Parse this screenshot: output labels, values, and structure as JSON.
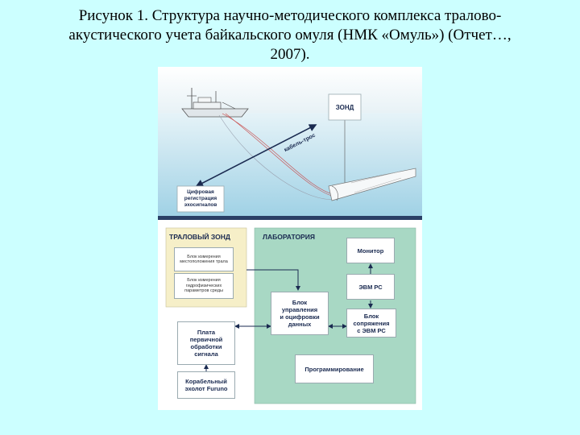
{
  "title": {
    "line1": "Рисунок 1. Структура научно-методического комплекса тралово-",
    "line2": "акустического учета байкальского омуля (НМК «Омуль») (Отчет…,",
    "line3": "2007)."
  },
  "scene": {
    "probe_label": "ЗОНД",
    "cable_label": "кабель-трос",
    "digital_reg": [
      "Цифровая",
      "регистрация",
      "эхосигналов"
    ]
  },
  "trawl_probe": {
    "title": "ТРАЛОВЫЙ ЗОНД",
    "unit1": [
      "Блок измерения",
      "местоположения трала"
    ],
    "unit2": [
      "Блок измерения",
      "гидрофизических",
      "параметров среды"
    ]
  },
  "lab": {
    "title": "ЛАБОРАТОРИЯ",
    "monitor": "Монитор",
    "pc": "ЭВМ РС",
    "control": [
      "Блок",
      "управления",
      "и оцифровки",
      "данных"
    ],
    "interface": [
      "Блок",
      "сопряжения",
      "с ЭВМ РС"
    ],
    "programming": "Программирование"
  },
  "external": {
    "board": [
      "Плата",
      "первичной",
      "обработки",
      "сигнала"
    ],
    "echo": [
      "Корабельный",
      "эхолот Furuno"
    ]
  },
  "colors": {
    "background": "#ccffff",
    "sky": "#f2f7fa",
    "water": "#b3dbea",
    "seam": "#2a3f66",
    "trawl_panel": "#f6efc8",
    "lab_panel": "#a8d8c4"
  }
}
